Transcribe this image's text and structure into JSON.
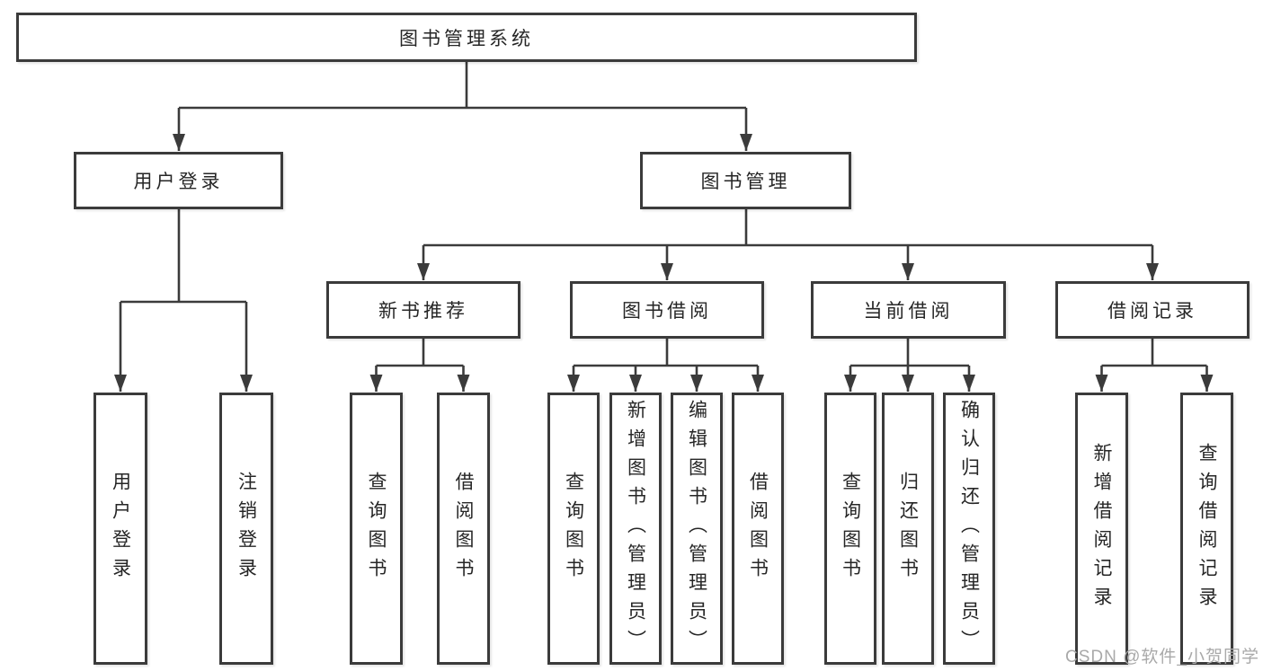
{
  "colors": {
    "line": "#3b3b3b",
    "text": "#262626",
    "watermark": "#a9a9a9",
    "background": "#ffffff"
  },
  "tree": {
    "root": "图书管理系统",
    "level2": [
      "用户登录",
      "图书管理"
    ],
    "level3": [
      "新书推荐",
      "图书借阅",
      "当前借阅",
      "借阅记录"
    ],
    "leaves": {
      "login": [
        "用户登录",
        "注销登录"
      ],
      "recommend": [
        "查询图书",
        "借阅图书"
      ],
      "borrow": [
        "查询图书",
        "新增图书（管理员）",
        "编辑图书（管理员）",
        "借阅图书"
      ],
      "current": [
        "查询图书",
        "归还图书",
        "确认归还（管理员）"
      ],
      "records": [
        "新增借阅记录",
        "查询借阅记录"
      ]
    }
  },
  "watermark": "CSDN @软件_小贺同学"
}
